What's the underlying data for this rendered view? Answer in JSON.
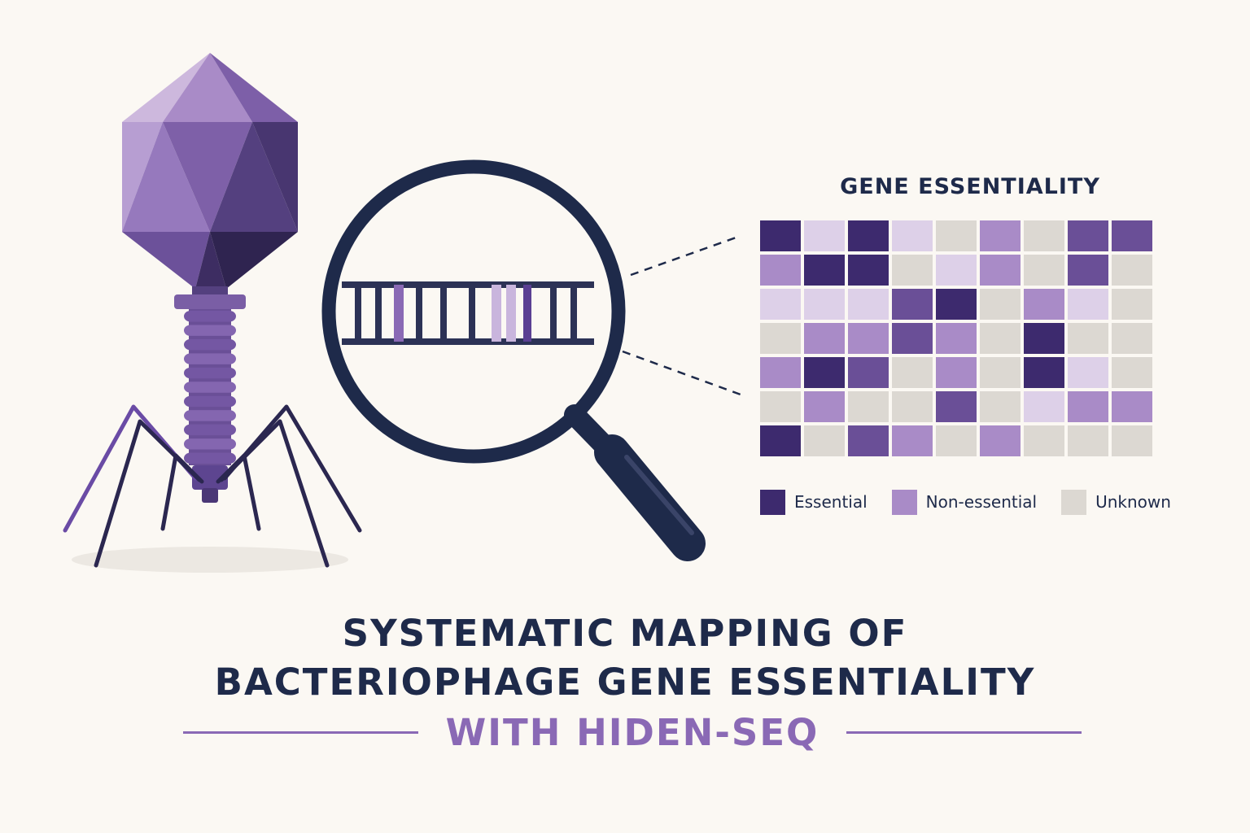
{
  "heatmap": {
    "title": "GENE ESSENTIALITY",
    "colors": {
      "essential_dark": "#3d2a6e",
      "essential_mid": "#6a4f97",
      "non_essential": "#a98bc7",
      "non_essential_light": "#ddd0e8",
      "unknown": "#dcd8d2"
    },
    "grid": [
      [
        "essential_dark",
        "non_essential_light",
        "essential_dark",
        "non_essential_light",
        "unknown",
        "non_essential",
        "unknown",
        "essential_mid",
        "essential_mid"
      ],
      [
        "non_essential",
        "essential_dark",
        "essential_dark",
        "unknown",
        "non_essential_light",
        "non_essential",
        "unknown",
        "essential_mid",
        "unknown"
      ],
      [
        "non_essential_light",
        "non_essential_light",
        "non_essential_light",
        "essential_mid",
        "essential_dark",
        "unknown",
        "non_essential",
        "non_essential_light",
        "unknown"
      ],
      [
        "unknown",
        "non_essential",
        "non_essential",
        "essential_mid",
        "non_essential",
        "unknown",
        "essential_dark",
        "unknown",
        "unknown"
      ],
      [
        "non_essential",
        "essential_dark",
        "essential_mid",
        "unknown",
        "non_essential",
        "unknown",
        "essential_dark",
        "non_essential_light",
        "unknown"
      ],
      [
        "unknown",
        "non_essential",
        "unknown",
        "unknown",
        "essential_mid",
        "unknown",
        "non_essential_light",
        "non_essential",
        "non_essential"
      ],
      [
        "essential_dark",
        "unknown",
        "essential_mid",
        "non_essential",
        "unknown",
        "non_essential",
        "unknown",
        "unknown",
        "unknown"
      ]
    ],
    "legend": [
      {
        "label": "Essential",
        "color": "#3d2a6e"
      },
      {
        "label": "Non-essential",
        "color": "#a98bc7"
      },
      {
        "label": "Unknown",
        "color": "#dcd8d2"
      }
    ]
  },
  "title": {
    "line1": "SYSTEMATIC MAPPING OF",
    "line2": "BACTERIOPHAGE GENE ESSENTIALITY",
    "subtitle": "WITH HIDEN-SEQ"
  },
  "colors": {
    "navy": "#1e2a4a",
    "accent": "#8a69b5"
  }
}
